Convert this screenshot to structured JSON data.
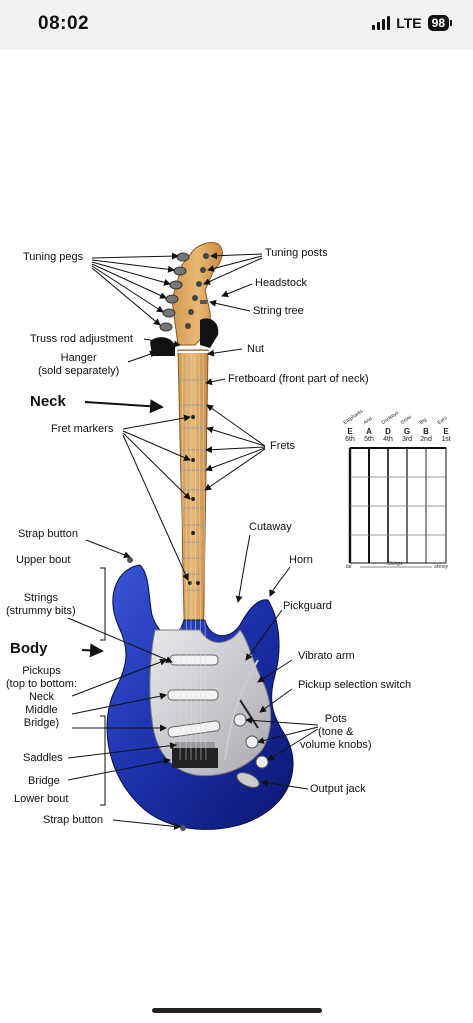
{
  "status_bar": {
    "time": "08:02",
    "network": "LTE",
    "battery": "98"
  },
  "labels": {
    "tuning_pegs": "Tuning pegs",
    "tuning_posts": "Tuning posts",
    "headstock": "Headstock",
    "string_tree": "String tree",
    "truss_rod": "Truss rod adjustment",
    "hanger": "Hanger\n(sold separately)",
    "nut": "Nut",
    "fretboard": "Fretboard (front part of neck)",
    "neck": "Neck",
    "fret_markers": "Fret markers",
    "frets": "Frets",
    "strap_button_top": "Strap button",
    "cutaway": "Cutaway",
    "upper_bout": "Upper bout",
    "horn": "Horn",
    "strings": "Strings\n(strummy bits)",
    "pickguard": "Pickguard",
    "body": "Body",
    "vibrato_arm": "Vibrato arm",
    "pickups": "Pickups\n(top to bottom:\nNeck\nMiddle\nBridge)",
    "pickup_switch": "Pickup selection switch",
    "pots": "Pots\n(tone &\nvolume knobs)",
    "saddles": "Saddles",
    "bridge": "Bridge",
    "output_jack": "Output jack",
    "lower_bout": "Lower bout",
    "strap_button_bottom": "Strap button"
  },
  "chord_chart": {
    "mnemonic": [
      "Elephants",
      "And",
      "Donkeys",
      "Grow",
      "Big",
      "Ears"
    ],
    "notes": [
      "E",
      "A",
      "D",
      "G",
      "B",
      "E"
    ],
    "string_numbers": [
      "6th",
      "5th",
      "4th",
      "3rd",
      "2nd",
      "1st"
    ],
    "bottom_left": "fat",
    "bottom_center": "Strings",
    "bottom_right": "skinny"
  }
}
